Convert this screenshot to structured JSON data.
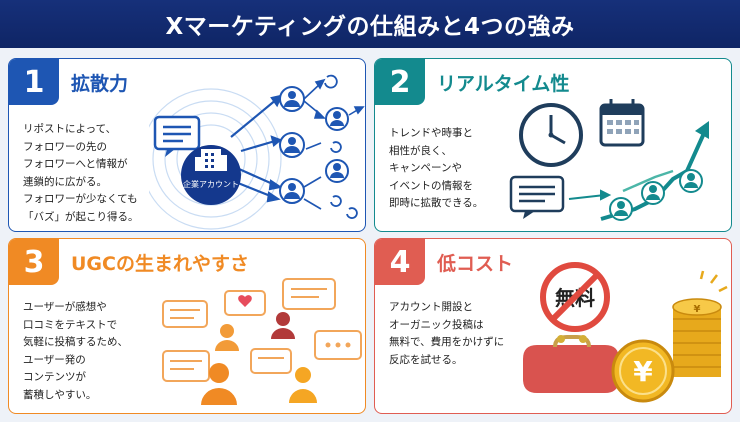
{
  "title": "Xマーケティングの仕組みと4つの強み",
  "cards": [
    {
      "number": "1",
      "title": "拡散力",
      "lines": [
        "リポストによって、",
        "フォロワーの先の",
        "フォロワーへと情報が",
        "連鎖的に広がる。",
        "フォロワーが少なくても",
        "「バズ」が起こり得る。"
      ],
      "hub_label": "企業アカウント"
    },
    {
      "number": "2",
      "title": "リアルタイム性",
      "lines": [
        "トレンドや時事と",
        "相性が良く、",
        "キャンペーンや",
        "イベントの情報を",
        "即時に拡散できる。"
      ]
    },
    {
      "number": "3",
      "title": "UGCの生まれやすさ",
      "lines": [
        "ユーザーが感想や",
        "口コミをテキストで",
        "気軽に投稿するため、",
        "ユーザー発の",
        "コンテンツが",
        "蓄積しやすい。"
      ]
    },
    {
      "number": "4",
      "title": "低コスト",
      "lines": [
        "アカウント開設と",
        "オーガニック投稿は",
        "無料で、費用をかけずに",
        "反応を試せる。"
      ],
      "badge_text": "無料",
      "coin_symbol": "¥"
    }
  ],
  "colors": {
    "blue": "#1e56b3",
    "teal": "#138a8e",
    "orange": "#f08a24",
    "red": "#e05d52",
    "navy": "#16307a"
  }
}
